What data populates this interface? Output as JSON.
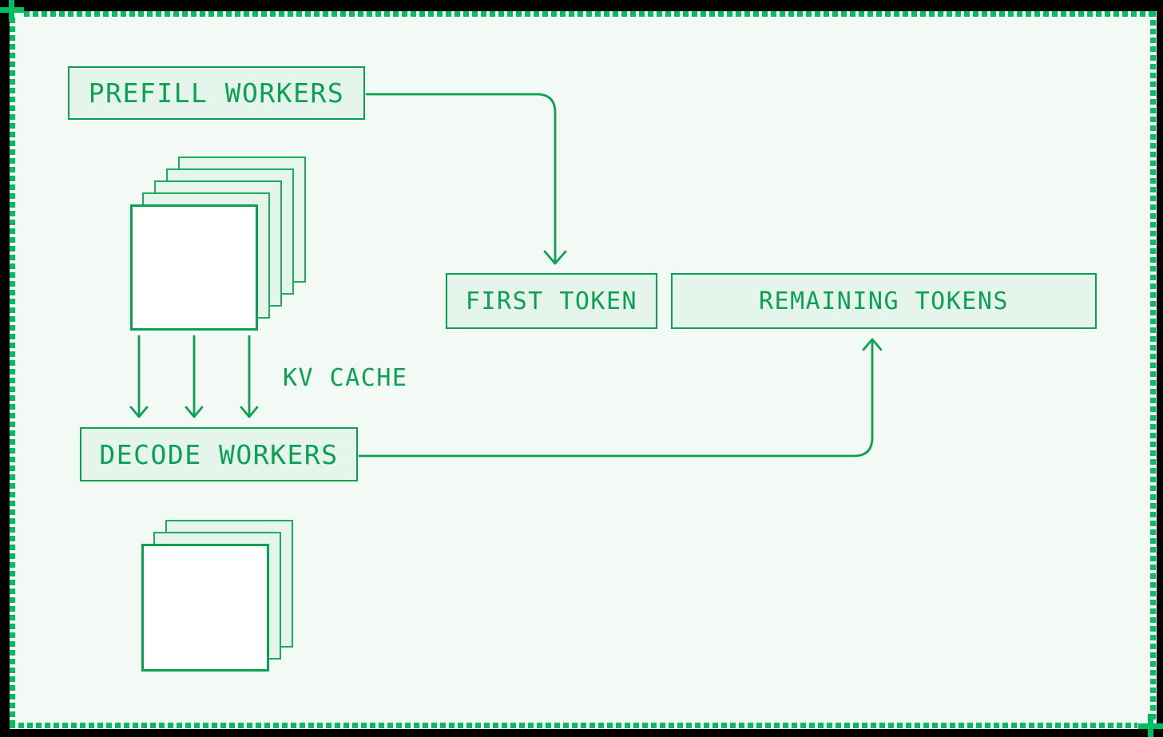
{
  "diagram": {
    "title_context": "prefill-decode disaggregated serving diagram",
    "nodes": {
      "prefill_workers": {
        "label": "PREFILL WORKERS"
      },
      "decode_workers": {
        "label": "DECODE WORKERS"
      },
      "first_token": {
        "label": "FIRST TOKEN"
      },
      "remaining_tokens": {
        "label": "REMAINING TOKENS"
      }
    },
    "edges": {
      "kv_cache_label": "KV CACHE",
      "prefill_to_first_token": "arrow",
      "decode_to_remaining_tokens": "arrow",
      "prefill_stack_to_decode": "three-down-arrows"
    },
    "stacks": {
      "prefill_cards": 5,
      "decode_cards": 3
    },
    "colors": {
      "green": "#0ba152",
      "card_border": "#1fab5e",
      "dash_green": "#00bd5f",
      "box_fill": "#e6f5ec",
      "canvas_fill": "#f3faf6",
      "outer_background": "#000000"
    }
  }
}
